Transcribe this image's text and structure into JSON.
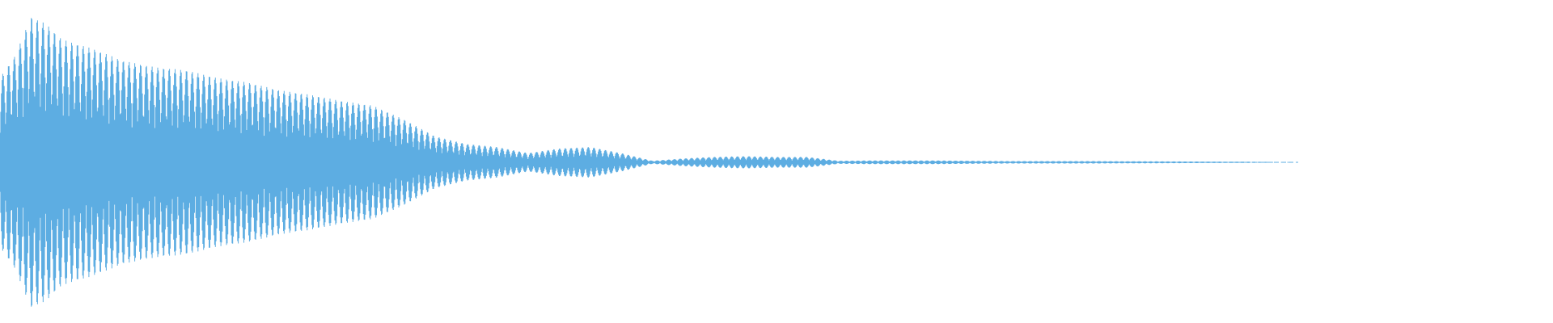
{
  "waveform": {
    "color": "#5dade2",
    "background": "#ffffff",
    "envelope": [
      {
        "t": 0.0,
        "amp": 0.55
      },
      {
        "t": 0.01,
        "amp": 0.7
      },
      {
        "t": 0.02,
        "amp": 0.95
      },
      {
        "t": 0.03,
        "amp": 0.9
      },
      {
        "t": 0.04,
        "amp": 0.8
      },
      {
        "t": 0.06,
        "amp": 0.74
      },
      {
        "t": 0.08,
        "amp": 0.66
      },
      {
        "t": 0.1,
        "amp": 0.62
      },
      {
        "t": 0.12,
        "amp": 0.6
      },
      {
        "t": 0.14,
        "amp": 0.55
      },
      {
        "t": 0.16,
        "amp": 0.52
      },
      {
        "t": 0.18,
        "amp": 0.47
      },
      {
        "t": 0.2,
        "amp": 0.44
      },
      {
        "t": 0.22,
        "amp": 0.4
      },
      {
        "t": 0.24,
        "amp": 0.37
      },
      {
        "t": 0.26,
        "amp": 0.28
      },
      {
        "t": 0.28,
        "amp": 0.17
      },
      {
        "t": 0.3,
        "amp": 0.12
      },
      {
        "t": 0.32,
        "amp": 0.1
      },
      {
        "t": 0.34,
        "amp": 0.06
      },
      {
        "t": 0.36,
        "amp": 0.09
      },
      {
        "t": 0.38,
        "amp": 0.1
      },
      {
        "t": 0.4,
        "amp": 0.06
      },
      {
        "t": 0.42,
        "amp": 0.01
      },
      {
        "t": 0.44,
        "amp": 0.025
      },
      {
        "t": 0.46,
        "amp": 0.035
      },
      {
        "t": 0.48,
        "amp": 0.04
      },
      {
        "t": 0.5,
        "amp": 0.035
      },
      {
        "t": 0.52,
        "amp": 0.035
      },
      {
        "t": 0.54,
        "amp": 0.01
      },
      {
        "t": 0.56,
        "amp": 0.012
      },
      {
        "t": 0.6,
        "amp": 0.012
      },
      {
        "t": 0.65,
        "amp": 0.008
      },
      {
        "t": 0.7,
        "amp": 0.008
      },
      {
        "t": 0.75,
        "amp": 0.006
      },
      {
        "t": 0.8,
        "amp": 0.004
      },
      {
        "t": 0.83,
        "amp": 0.002
      },
      {
        "t": 0.84,
        "amp": 0.0
      }
    ],
    "cycles": 230
  }
}
